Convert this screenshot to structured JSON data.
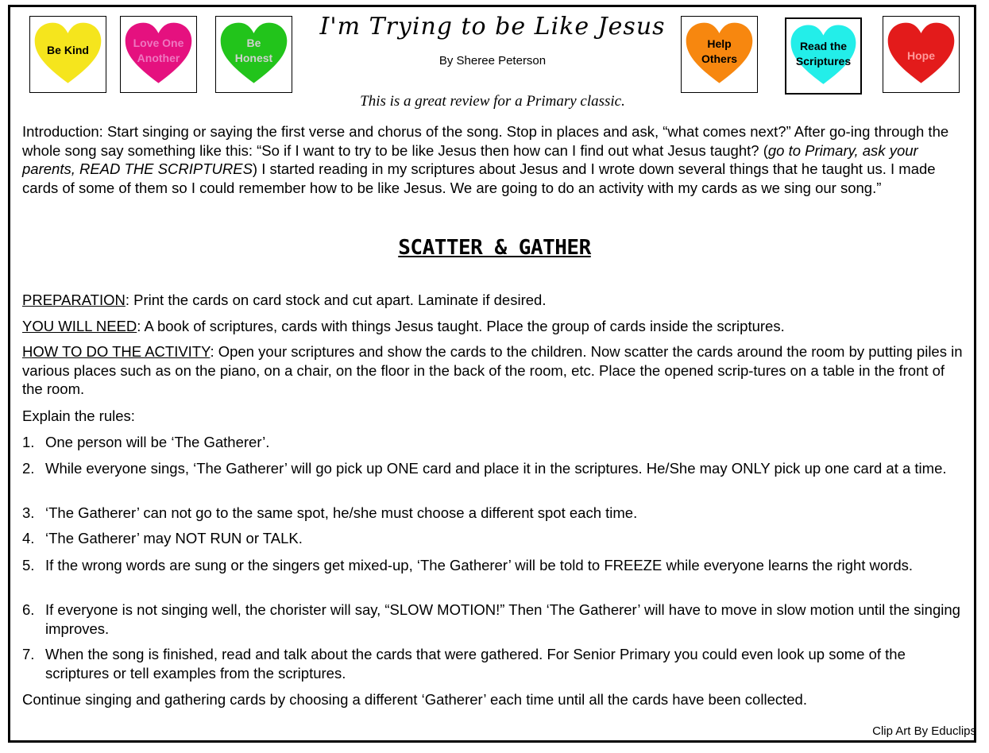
{
  "header": {
    "title": "I'm Trying to be Like Jesus",
    "author": "By Sheree Peterson",
    "subtitle": "This is a great review for a Primary classic."
  },
  "hearts": [
    {
      "label": "Be Kind",
      "color": "#f5e51d"
    },
    {
      "label": "Love One Another",
      "color": "#e5117f"
    },
    {
      "label": "Be Honest",
      "color": "#22c41b"
    },
    {
      "label": "Help Others",
      "color": "#f7870f"
    },
    {
      "label": "Read the Scriptures",
      "color": "#23eee9"
    },
    {
      "label": "Hope",
      "color": "#e31b1b"
    }
  ],
  "intro": {
    "text_a": "Introduction: Start singing or saying the first verse and chorus of the song. Stop in places and ask, “what comes next?” After go-ing through the whole song say something like this: “So if I want to try to be like Jesus then how can I find out what Jesus taught? (",
    "text_italic": "go to Primary, ask your parents, READ THE SCRIPTURES",
    "text_b": ")  I started reading in my scriptures about Jesus and I wrote down several things that he taught us. I made cards of some of them so I could remember how to be like Jesus. We are going to do an activity with my cards as we sing our song.”"
  },
  "activity_heading": "SCATTER & GATHER",
  "preparation": {
    "label": "PREPARATION",
    "text": ": Print the cards on card stock and cut apart. Laminate if desired."
  },
  "you_will_need": {
    "label": "YOU WILL NEED",
    "text": ": A book of scriptures, cards with things Jesus taught. Place the group of cards inside the scriptures."
  },
  "how_to": {
    "label": "HOW TO DO THE ACTIVITY",
    "text": ": Open your scriptures and show the cards to the children. Now scatter the cards around the room by putting piles in various places such as on the piano, on a chair, on the floor in the back of the room, etc. Place the opened scrip-tures on a table in the front of the room."
  },
  "rules_intro": "Explain the rules:",
  "rules": [
    {
      "num": "1.",
      "text": "One person will be ‘The Gatherer’."
    },
    {
      "num": "2.",
      "text": "While everyone sings, ‘The Gatherer’ will go pick up ONE card and place it in the scriptures. He/She may ONLY pick up one card at a time."
    },
    {
      "num": "3.",
      "text": "‘The Gatherer’ can not go to the same spot, he/she must choose a different spot each time."
    },
    {
      "num": "4.",
      "text": "‘The Gatherer’ may NOT RUN or TALK."
    },
    {
      "num": "5.",
      "text": "If the wrong words are sung or the singers get mixed-up, ‘The Gatherer’ will be told to FREEZE while everyone learns the right words."
    },
    {
      "num": "6.",
      "text": "If everyone is not singing well, the chorister will say, “SLOW MOTION!” Then ‘The Gatherer’ will have to move in slow motion until the singing improves."
    },
    {
      "num": "7.",
      "text": "When the song is finished, read and talk about the cards that were gathered. For Senior Primary you could even look up some of the scriptures or tell examples from the scriptures."
    }
  ],
  "closing": "Continue singing and gathering cards by choosing a different ‘Gatherer’ each time until all the cards have been collected.",
  "credit": "Clip Art By Educlips"
}
